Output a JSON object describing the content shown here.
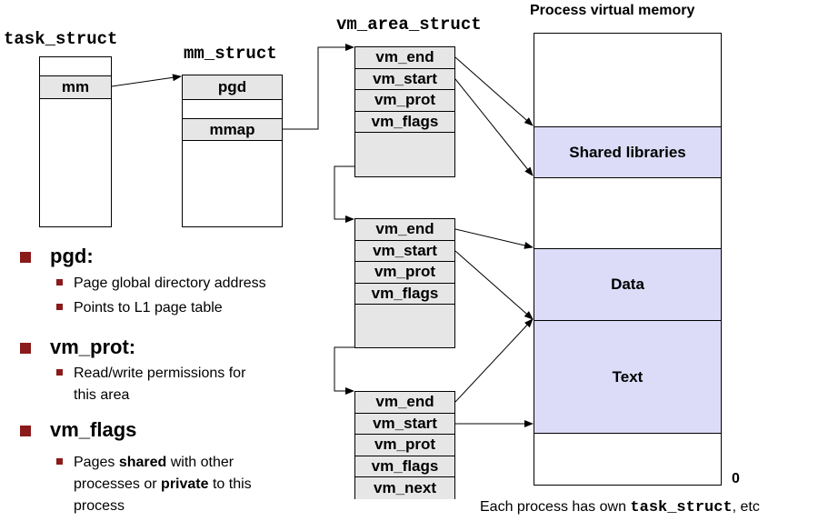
{
  "task_struct": {
    "title": "task_struct",
    "field": "mm"
  },
  "mm_struct": {
    "title": "mm_struct",
    "fields": [
      "pgd",
      "mmap"
    ]
  },
  "vm_area_struct": {
    "title": "vm_area_struct",
    "fields": [
      "vm_end",
      "vm_start",
      "vm_prot",
      "vm_flags"
    ],
    "last_field": "vm_next"
  },
  "memory": {
    "title": "Process virtual memory",
    "regions": [
      "Shared libraries",
      "Data",
      "Text"
    ],
    "zero_label": "0"
  },
  "notes": {
    "items": [
      {
        "heading": "pgd:",
        "subs": [
          "Page global directory address",
          "Points to L1 page table"
        ]
      },
      {
        "heading": "vm_prot:",
        "subs": [
          "Read/write permissions for",
          "this area"
        ]
      },
      {
        "heading": "vm_flags",
        "subs_rich": [
          {
            "before": "Pages ",
            "bold": "shared",
            "after": " with other"
          },
          {
            "before": "processes or ",
            "bold": "private",
            "after": " to this"
          },
          {
            "before": "process",
            "bold": "",
            "after": ""
          }
        ]
      }
    ]
  },
  "footer": {
    "before": "Each process has own ",
    "mono": "task_struct",
    "after": ", etc"
  },
  "colors": {
    "cell_gray": "#e6e6e6",
    "region_blue": "#dcdcf8",
    "bullet_red": "#8b1a1a"
  }
}
